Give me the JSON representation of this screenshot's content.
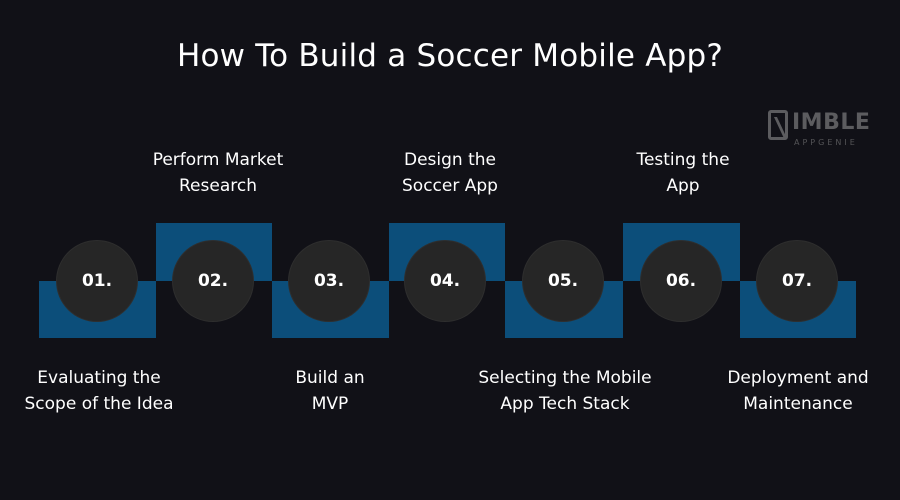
{
  "title": "How To Build a Soccer Mobile App?",
  "logo": {
    "word": "IMBLE",
    "sub": "APPGENIE"
  },
  "colors": {
    "background": "#111117",
    "block": "#0c4e7a",
    "circle": "#262626",
    "text": "#ffffff"
  },
  "steps": [
    {
      "number": "01.",
      "label": "Evaluating the\nScope of the Idea"
    },
    {
      "number": "02.",
      "label": "Perform Market\nResearch"
    },
    {
      "number": "03.",
      "label": "Build an\nMVP"
    },
    {
      "number": "04.",
      "label": "Design the\nSoccer App"
    },
    {
      "number": "05.",
      "label": "Selecting the Mobile\nApp Tech Stack"
    },
    {
      "number": "06.",
      "label": "Testing the\nApp"
    },
    {
      "number": "07.",
      "label": "Deployment and\nMaintenance"
    }
  ]
}
